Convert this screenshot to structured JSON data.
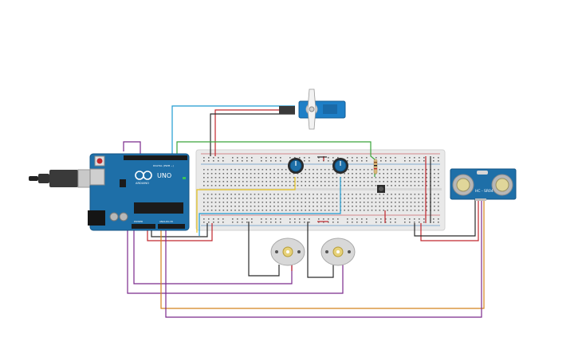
{
  "arduino": {
    "brand": "ARDUINO",
    "model": "UNO",
    "digital_label": "DIGITAL (PWM ~)",
    "analog_label": "ANALOG IN",
    "power_label": "POWER"
  },
  "ultrasonic": {
    "model": "HC - SR04"
  },
  "colors": {
    "wire_red": "#c0272d",
    "wire_black": "#2b2b2b",
    "wire_blue": "#1f9bd1",
    "wire_green": "#3aa53a",
    "wire_yellow": "#e7c21b",
    "wire_purple": "#7b2a8c",
    "wire_orange": "#d4821c",
    "board_blue": "#1e6fa8",
    "breadboard": "#e9e9e9"
  }
}
